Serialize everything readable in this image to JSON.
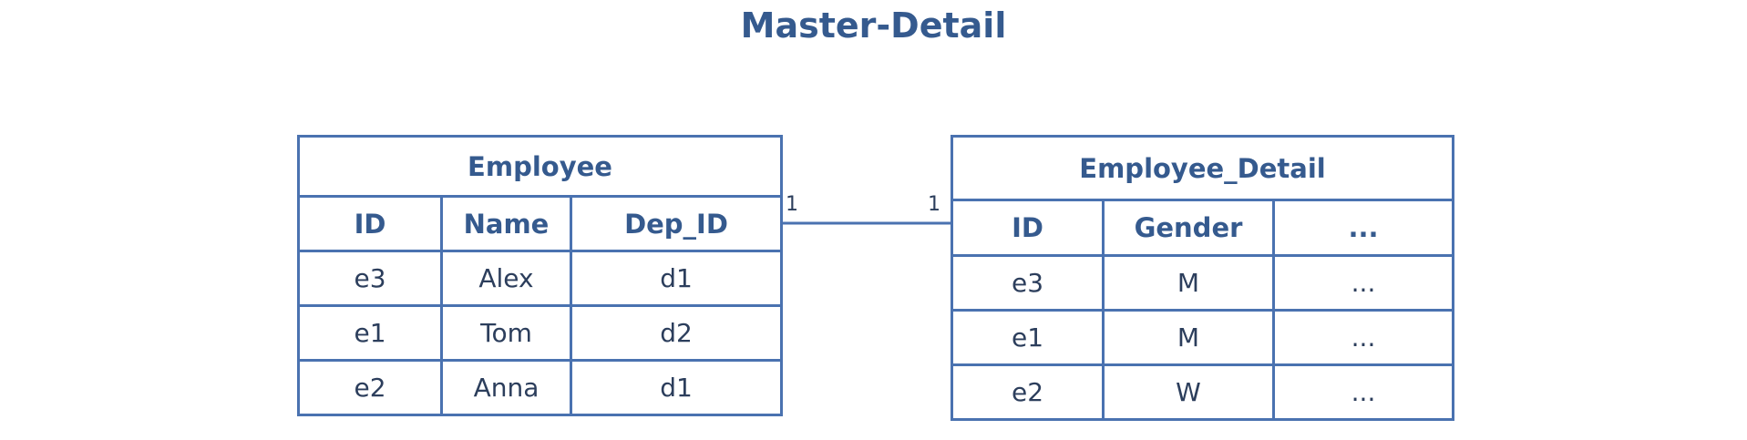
{
  "title": "Master-Detail",
  "master": {
    "name": "Employee",
    "columns": [
      "ID",
      "Name",
      "Dep_ID"
    ],
    "rows": [
      [
        "e3",
        "Alex",
        "d1"
      ],
      [
        "e1",
        "Tom",
        "d2"
      ],
      [
        "e2",
        "Anna",
        "d1"
      ]
    ]
  },
  "detail": {
    "name": "Employee_Detail",
    "columns": [
      "ID",
      "Gender",
      "..."
    ],
    "rows": [
      [
        "e3",
        "M",
        "..."
      ],
      [
        "e1",
        "M",
        "..."
      ],
      [
        "e2",
        "W",
        "..."
      ]
    ]
  },
  "relationship": {
    "left_cardinality": "1",
    "right_cardinality": "1"
  },
  "colors": {
    "border": "#4a72b0",
    "title": "#355a8e"
  }
}
